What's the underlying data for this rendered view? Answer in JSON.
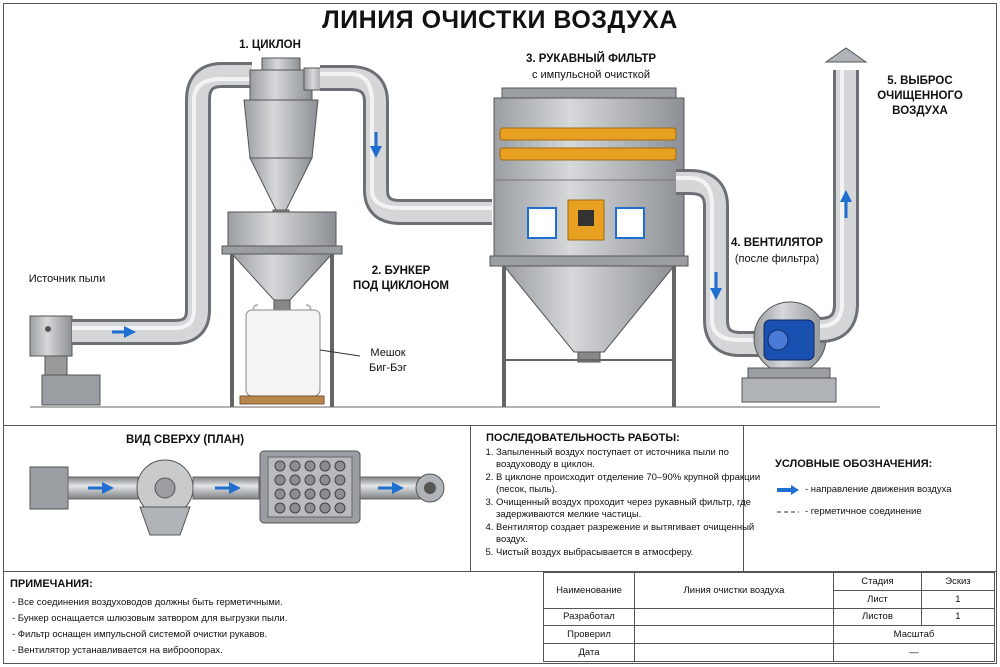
{
  "title": "ЛИНИЯ ОЧИСТКИ ВОЗДУХА",
  "labels": {
    "cyclone": "1. ЦИКЛОН",
    "bunker_line1": "2. БУНКЕР",
    "bunker_line2": "ПОД ЦИКЛОНОМ",
    "filter_line1": "3. РУКАВНЫЙ ФИЛЬТР",
    "filter_line2": "с импульсной очисткой",
    "fan_line1": "4. ВЕНТИЛЯТОР",
    "fan_line2": "(после фильтра)",
    "exhaust_line1": "5. ВЫБРОС",
    "exhaust_line2": "ОЧИЩЕННОГО",
    "exhaust_line3": "ВОЗДУХА",
    "source": "Источник пыли",
    "bag_line1": "Мешок",
    "bag_line2": "Биг-Бэг"
  },
  "plan": {
    "title": "ВИД СВЕРХУ (ПЛАН)"
  },
  "sequence": {
    "title": "ПОСЛЕДОВАТЕЛЬНОСТЬ РАБОТЫ:",
    "steps": [
      "Запыленный воздух поступает от источника пыли по воздуховоду в циклон.",
      "В циклоне происходит отделение 70–90% крупной фракции (песок, пыль).",
      "Очищенный воздух проходит через рукавный фильтр, где задерживаются мелкие частицы.",
      "Вентилятор создает разрежение и вытягивает очищенный воздух.",
      "Чистый воздух выбрасывается в атмосферу."
    ]
  },
  "legend": {
    "title": "УСЛОВНЫЕ ОБОЗНАЧЕНИЯ:",
    "arrow": "- направление движения воздуха",
    "dashed": "- герметичное соединение"
  },
  "notes": {
    "title": "ПРИМЕЧАНИЯ:",
    "items": [
      "- Все соединения воздуховодов должны быть герметичными.",
      "- Бункер оснащается шлюзовым затвором для выгрузки пыли.",
      "- Фильтр оснащен импульсной системой очистки рукавов.",
      "- Вентилятор устанавливается на виброопорах."
    ]
  },
  "stamp": {
    "name_label": "Наименование",
    "name_value": "Линия очистки воздуха",
    "stage_label": "Стадия",
    "stage_value": "Эскиз",
    "sheet_label": "Лист",
    "sheet_value": "1",
    "sheets_label": "Листов",
    "sheets_value": "1",
    "developed": "Разработал",
    "checked": "Проверил",
    "scale": "Масштаб",
    "date": "Дата",
    "dash": "—"
  },
  "colors": {
    "accent_arrow": "#1f6fd0",
    "steel": "#b8bcc0",
    "frame_orange": "#e8a020",
    "motor_blue": "#1a50b0"
  }
}
